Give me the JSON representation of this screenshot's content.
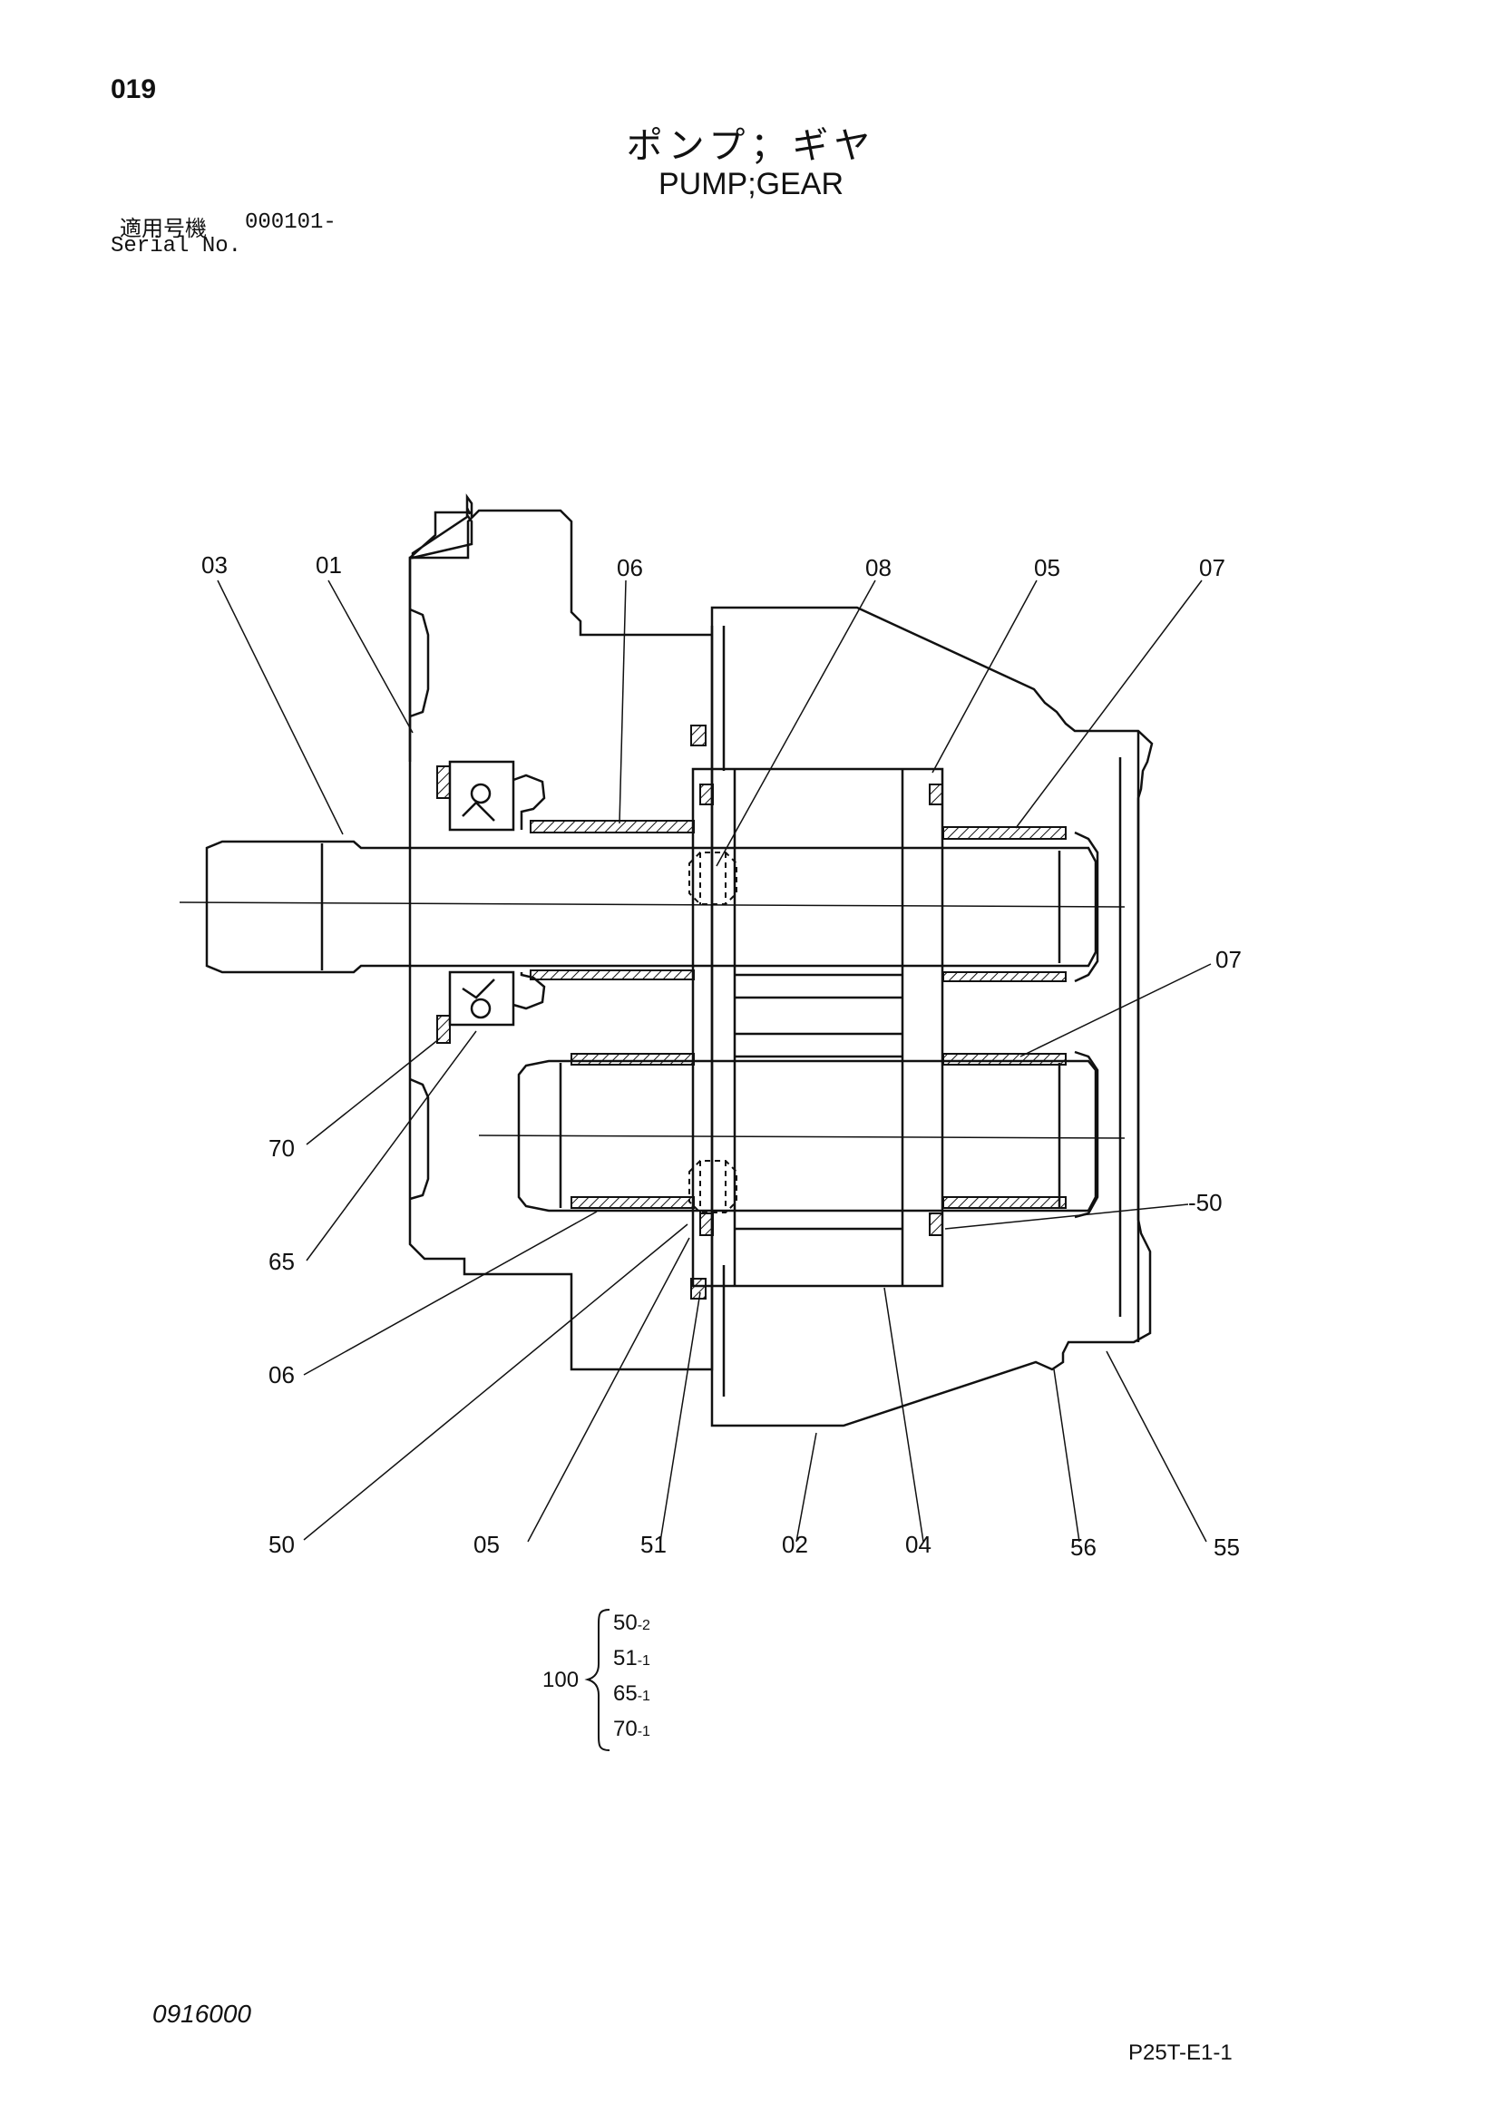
{
  "header": {
    "page_number": "019",
    "title_jp": "ポンプ；ギヤ",
    "title_en": "PUMP;GEAR",
    "serial_label_jp": "適用号機",
    "serial_value": "000101-",
    "serial_label_en": "Serial No."
  },
  "callouts": {
    "c03": "03",
    "c01": "01",
    "c06_top": "06",
    "c08": "08",
    "c05_top": "05",
    "c07_top": "07",
    "c07_mid": "07",
    "c50_right": "-50",
    "c70": "70",
    "c65": "65",
    "c06_bottom": "06",
    "c50_bottom": "50",
    "c05_bottom": "05",
    "c51": "51",
    "c02": "02",
    "c04": "04",
    "c56": "56",
    "c55": "55"
  },
  "kit": {
    "number": "100",
    "items": [
      {
        "part": "50",
        "qty": "-2"
      },
      {
        "part": "51",
        "qty": "-1"
      },
      {
        "part": "65",
        "qty": "-1"
      },
      {
        "part": "70",
        "qty": "-1"
      }
    ]
  },
  "footer": {
    "doc_code": "0916000",
    "sheet_code": "P25T-E1-1"
  }
}
